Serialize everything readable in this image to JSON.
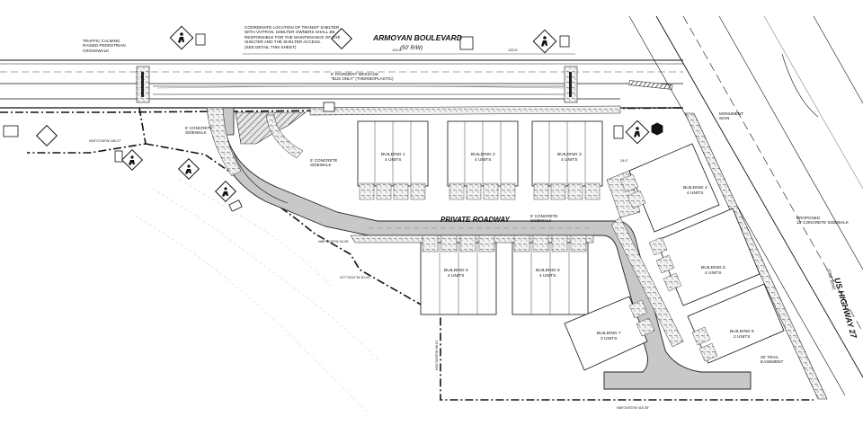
{
  "roads": {
    "armoyan_name": "ARMOYAN BOULEVARD",
    "armoyan_row": "(50' R/W)",
    "highway_name": "US HIGHWAY 27",
    "highway_row": "(200' R/W)",
    "private_roadway": "PRIVATE ROADWAY"
  },
  "buildings": [
    {
      "name": "BUILDING 1",
      "units": "4 UNITS"
    },
    {
      "name": "BUILDING 2",
      "units": "4 UNITS"
    },
    {
      "name": "BUILDING 3",
      "units": "4 UNITS"
    },
    {
      "name": "BUILDING 4",
      "units": "4 UNITS"
    },
    {
      "name": "BUILDING 5",
      "units": "4 UNITS"
    },
    {
      "name": "BUILDING 6",
      "units": "2 UNITS"
    },
    {
      "name": "BUILDING 7",
      "units": "3 UNITS"
    },
    {
      "name": "BUILDING 8",
      "units": "4 UNITS"
    },
    {
      "name": "BUILDING 9",
      "units": "4 UNITS"
    }
  ],
  "notes": {
    "traffic_calming": "TRAFFIC CALMING\nRAISED PEDESTRIAN\nCROSSWALK",
    "transit_shelter": "COORDINATE LOCATION OF TRANSIT SHELTER\nWITH VOTRAN. SHELTER OWNERS SHALL BE\nRESPONSIBLE FOR THE MAINTENANCE OF THE\nSHELTER AND THE SHELTER ACCESS.\n(SEE DETAIL THIS SHEET)",
    "pavement_message": "8' PAVEMENT MESSAGE\n\"BUS ONLY\" (THERMOPLASTIC)",
    "concrete_sidewalk_left": "5' CONCRETE\nSIDEWALK",
    "concrete_sidewalk_mid": "5' CONCRETE\nSIDEWALK",
    "concrete_sidewalk_road": "5' CONCRETE\nSIDEWALK",
    "monument_sign": "MONUMENT\nSIGN",
    "proposed_sidewalk": "PROPOSED\n12' CONCRETE SIDEWALK",
    "trail_easement": "25' TRAIL\nEASEMENT"
  },
  "bearings": {
    "b1": "N00°07'48\"W 160.27'",
    "b2": "N89°46'16\"W 34.39'",
    "b3": "N77°43'11\"W 30.40'",
    "b4": "N00°30'05\"W 66.01'",
    "b5": "N89°34'53\"W 415.35'"
  },
  "dimensions": {
    "d1": "120.0'",
    "d2": "133.0'",
    "d3": "24.0'"
  }
}
